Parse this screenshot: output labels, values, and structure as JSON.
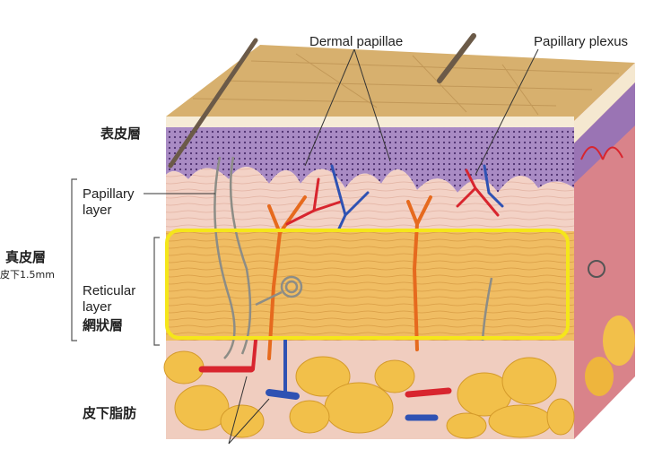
{
  "labels": {
    "dermal_papillae": "Dermal papillae",
    "papillary_plexus": "Papillary plexus",
    "epidermis": "表皮層",
    "papillary_layer_line1": "Papillary",
    "papillary_layer_line2": "layer",
    "dermis": "真皮層",
    "dermis_depth": "皮下1.5mm",
    "reticular_layer_line1": "Reticular",
    "reticular_layer_line2": "layer",
    "reticular_layer_zh": "網狀層",
    "hypodermis": "皮下脂肪"
  },
  "colors": {
    "highlight_border": "#f5e61a",
    "epidermis_top": "#c99a55",
    "epidermis_purple": "#9b7ab8",
    "dermis_pink": "#f1cfc4",
    "reticular_tan": "#efba5e",
    "fat": "#f2c04a",
    "artery": "#d8252e",
    "vein": "#2f52b3"
  }
}
